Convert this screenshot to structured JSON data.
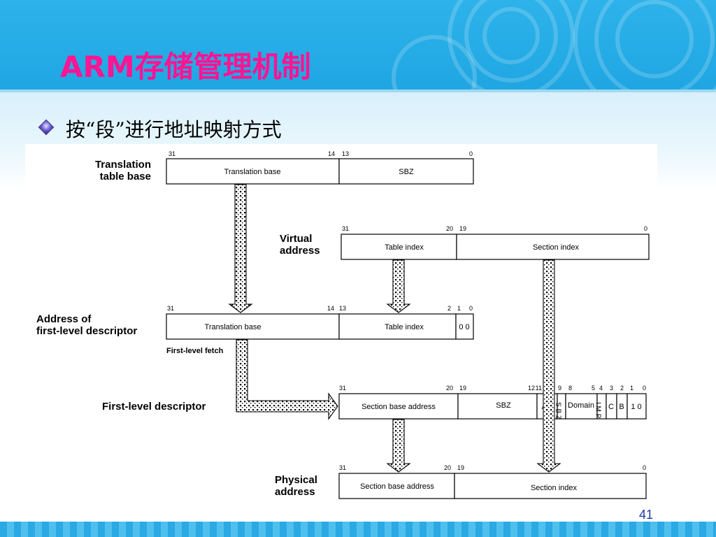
{
  "slide": {
    "title": "ARM存储管理机制",
    "subtitle": "按“段”进行地址映射方式",
    "page_number": "41"
  },
  "colors": {
    "header_blue": "#1fa6e2",
    "title_pink": "#ff1493",
    "page_number_blue": "#1a3aa8"
  },
  "diagram": {
    "rows": [
      {
        "id": "ttb",
        "label": [
          "Translation",
          "table base"
        ],
        "fields": [
          {
            "text": "Translation base",
            "bits_left": "31",
            "bits_right": "14"
          },
          {
            "text": "SBZ",
            "bits_left": "13",
            "bits_right": "0"
          }
        ]
      },
      {
        "id": "va",
        "label": [
          "Virtual",
          "address"
        ],
        "fields": [
          {
            "text": "Table index",
            "bits_left": "31",
            "bits_right": "20"
          },
          {
            "text": "Section index",
            "bits_left": "19",
            "bits_right": "0"
          }
        ]
      },
      {
        "id": "afld",
        "label": [
          "Address of",
          "first-level descriptor"
        ],
        "fields": [
          {
            "text": "Translation base",
            "bits_left": "31",
            "bits_right": "14"
          },
          {
            "text": "Table index",
            "bits_left": "13",
            "bits_right": "2"
          },
          {
            "text": "0 0",
            "bits_left": "1",
            "bits_right": "0"
          }
        ]
      },
      {
        "id": "fld",
        "label": [
          "First-level descriptor"
        ],
        "fields": [
          {
            "text": "Section base address",
            "bits_left": "31",
            "bits_right": "20"
          },
          {
            "text": "SBZ",
            "bits_left": "19",
            "bits_right": "12"
          },
          {
            "text": "AP",
            "bits_left": "11",
            "bits_right": "10"
          },
          {
            "text": "S B Z",
            "bits_left": "9",
            "bits_right": ""
          },
          {
            "text": "Domain",
            "bits_left": "8",
            "bits_right": "5"
          },
          {
            "text": "I M P",
            "bits_left": "4",
            "bits_right": ""
          },
          {
            "text": "C",
            "bits_left": "3",
            "bits_right": ""
          },
          {
            "text": "B",
            "bits_left": "2",
            "bits_right": ""
          },
          {
            "text": "1 0",
            "bits_left": "1",
            "bits_right": "0"
          }
        ]
      },
      {
        "id": "pa",
        "label": [
          "Physical",
          "address"
        ],
        "fields": [
          {
            "text": "Section base address",
            "bits_left": "31",
            "bits_right": "20"
          },
          {
            "text": "Section index",
            "bits_left": "19",
            "bits_right": "0"
          }
        ]
      }
    ],
    "annotations": {
      "first_level_fetch": "First-level fetch"
    }
  }
}
